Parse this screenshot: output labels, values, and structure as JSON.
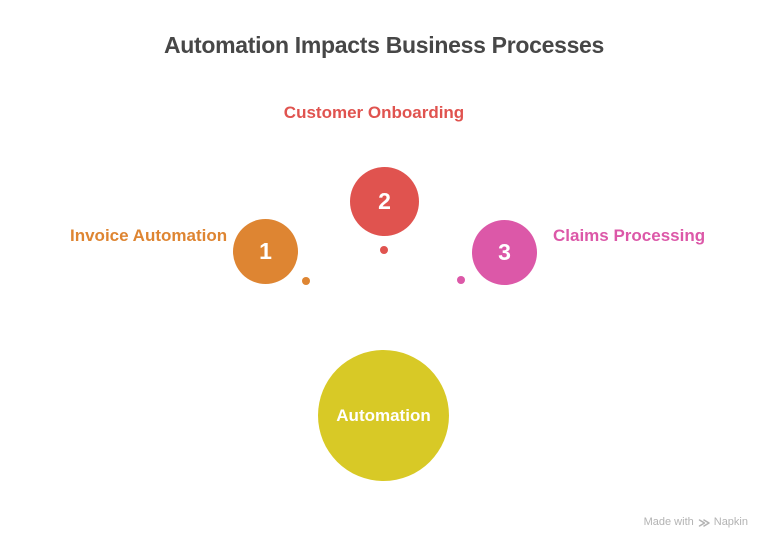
{
  "title": "Automation Impacts Business Processes",
  "diagram": {
    "center": {
      "label": "Automation",
      "color": "#D8C926"
    },
    "items": [
      {
        "number": "1",
        "label": "Invoice Automation",
        "color": "#DE8532",
        "label_side": "left"
      },
      {
        "number": "2",
        "label": "Customer Onboarding",
        "color": "#E0534F",
        "label_side": "top"
      },
      {
        "number": "3",
        "label": "Claims Processing",
        "color": "#DC58A8",
        "label_side": "right"
      }
    ]
  },
  "watermark": {
    "prefix": "Made with",
    "brand": "Napkin",
    "icon": "napkin-logo-icon"
  },
  "colors": {
    "background": "#FFFFFF",
    "title_text": "#474747",
    "watermark_text": "#B3B3B3"
  }
}
